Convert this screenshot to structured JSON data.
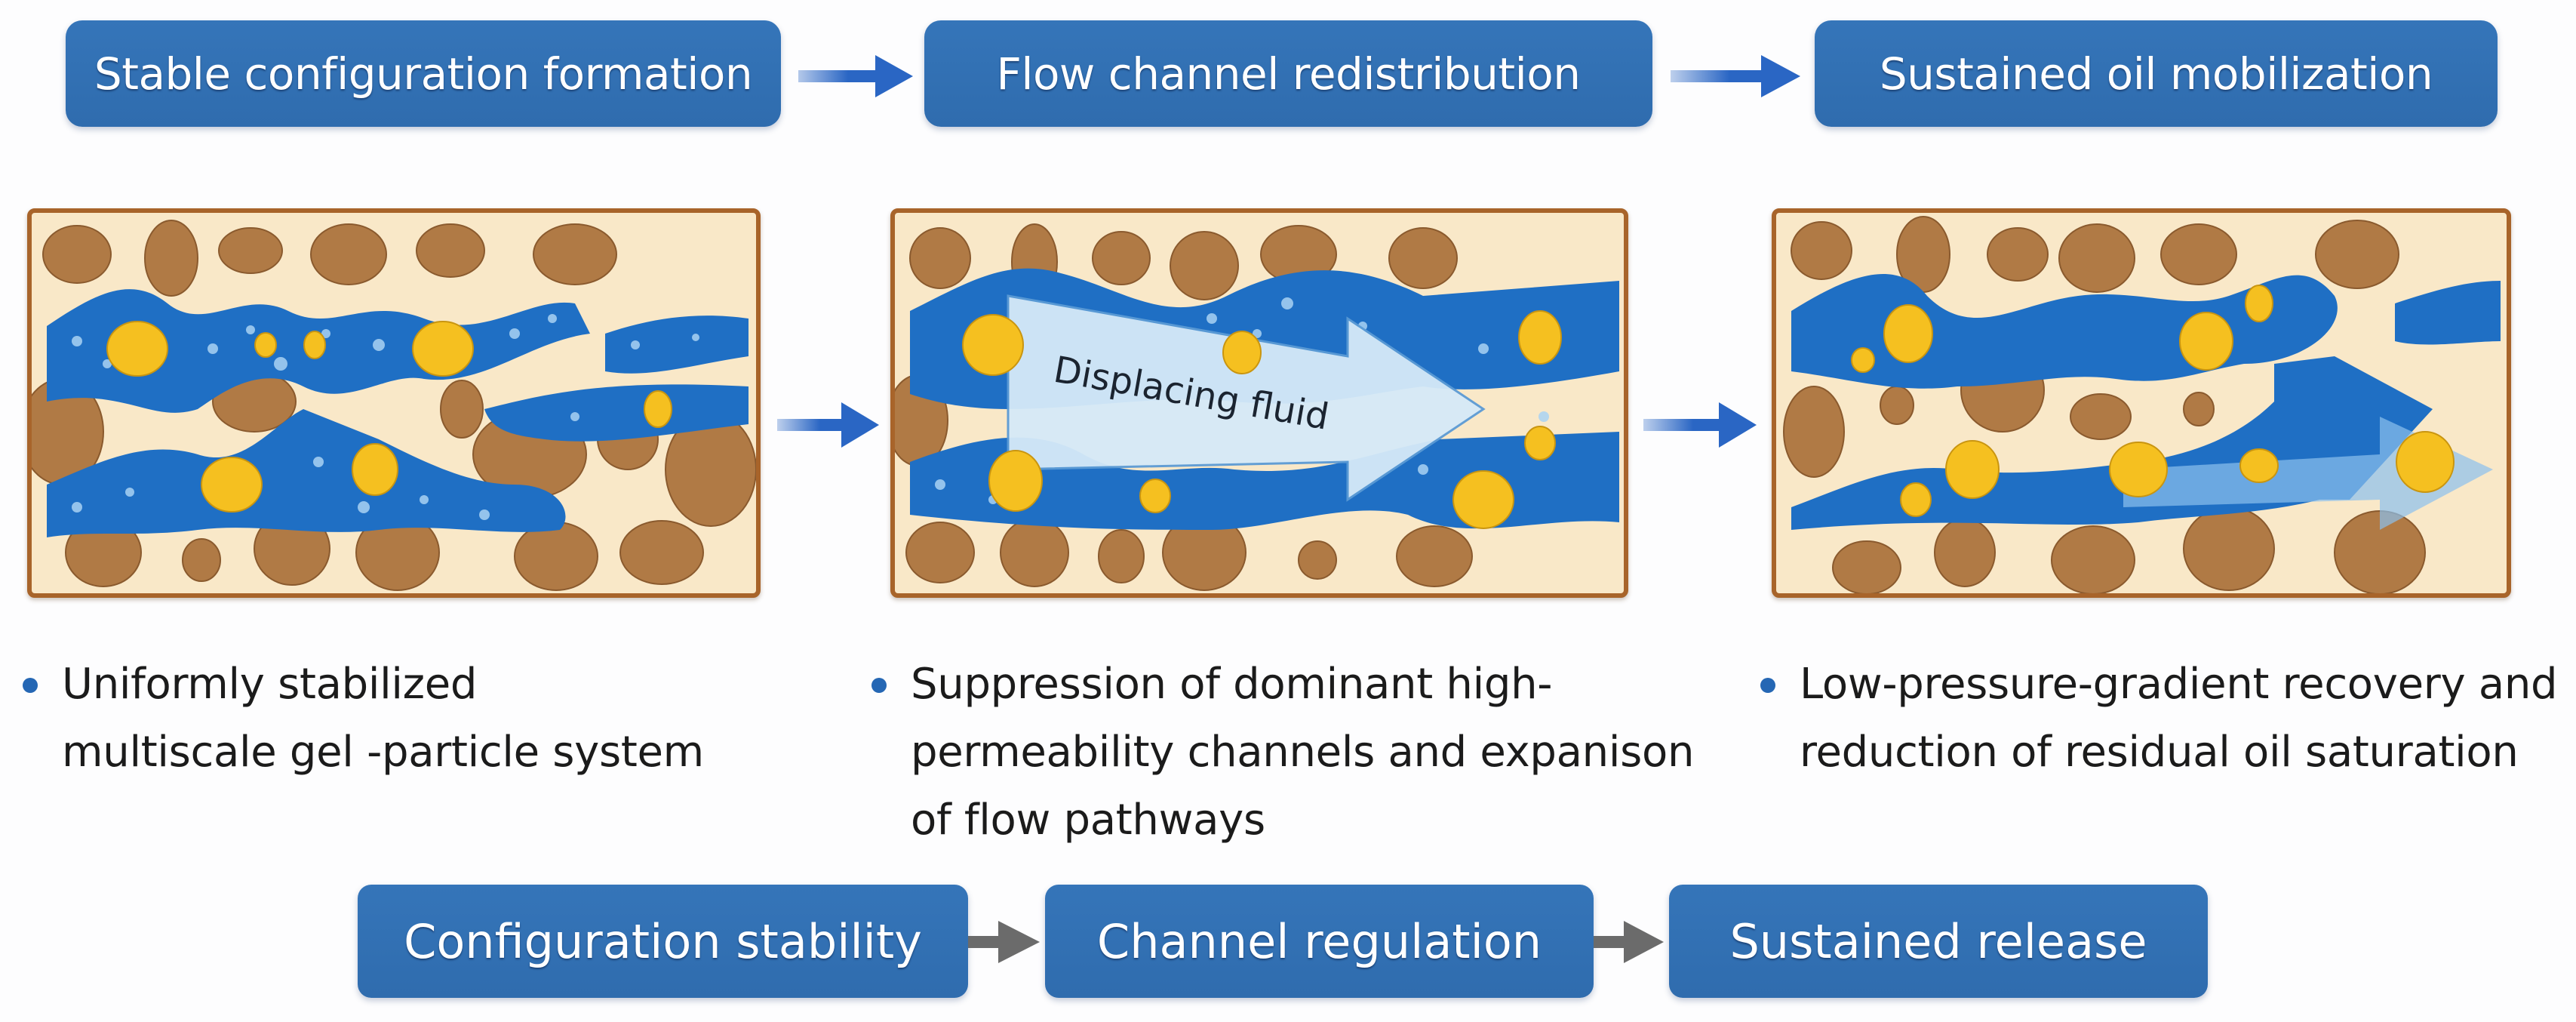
{
  "colors": {
    "box_blue": "#2f6fb3",
    "top_arrow_blue": "#2a66c4",
    "summary_arrow_gray": "#6b6b6b",
    "panel_border": "#a8642a",
    "panel_background": "#f9e8c8",
    "grain_brown": "#b07a45",
    "fluid_blue": "#1f6fc4",
    "oil_yellow": "#f5c020",
    "bullet_blue": "#2567b4"
  },
  "stages": [
    {
      "label": "Stable configuration formation"
    },
    {
      "label": "Flow channel redistribution"
    },
    {
      "label": "Sustained oil mobilization"
    }
  ],
  "panels": [
    {
      "name": "stable-gel-particle-network",
      "caption_icon": "porous-media-with-gel-network"
    },
    {
      "name": "flow-redistribution",
      "arrow_label": "Displacing fluid"
    },
    {
      "name": "sustained-oil-mobilization",
      "caption_icon": "oil-droplets-moving-in-channel"
    }
  ],
  "bullets": [
    {
      "lines": [
        "Uniformly stabilized",
        "multiscale gel -particle system"
      ]
    },
    {
      "lines": [
        "Suppression of dominant high-",
        "permeability channels and expanison",
        "of flow pathways"
      ]
    },
    {
      "lines": [
        "Low-pressure-gradient recovery and",
        "reduction of residual oil saturation"
      ]
    }
  ],
  "summary": [
    {
      "label": "Configuration stability"
    },
    {
      "label": "Channel regulation"
    },
    {
      "label": "Sustained release"
    }
  ]
}
